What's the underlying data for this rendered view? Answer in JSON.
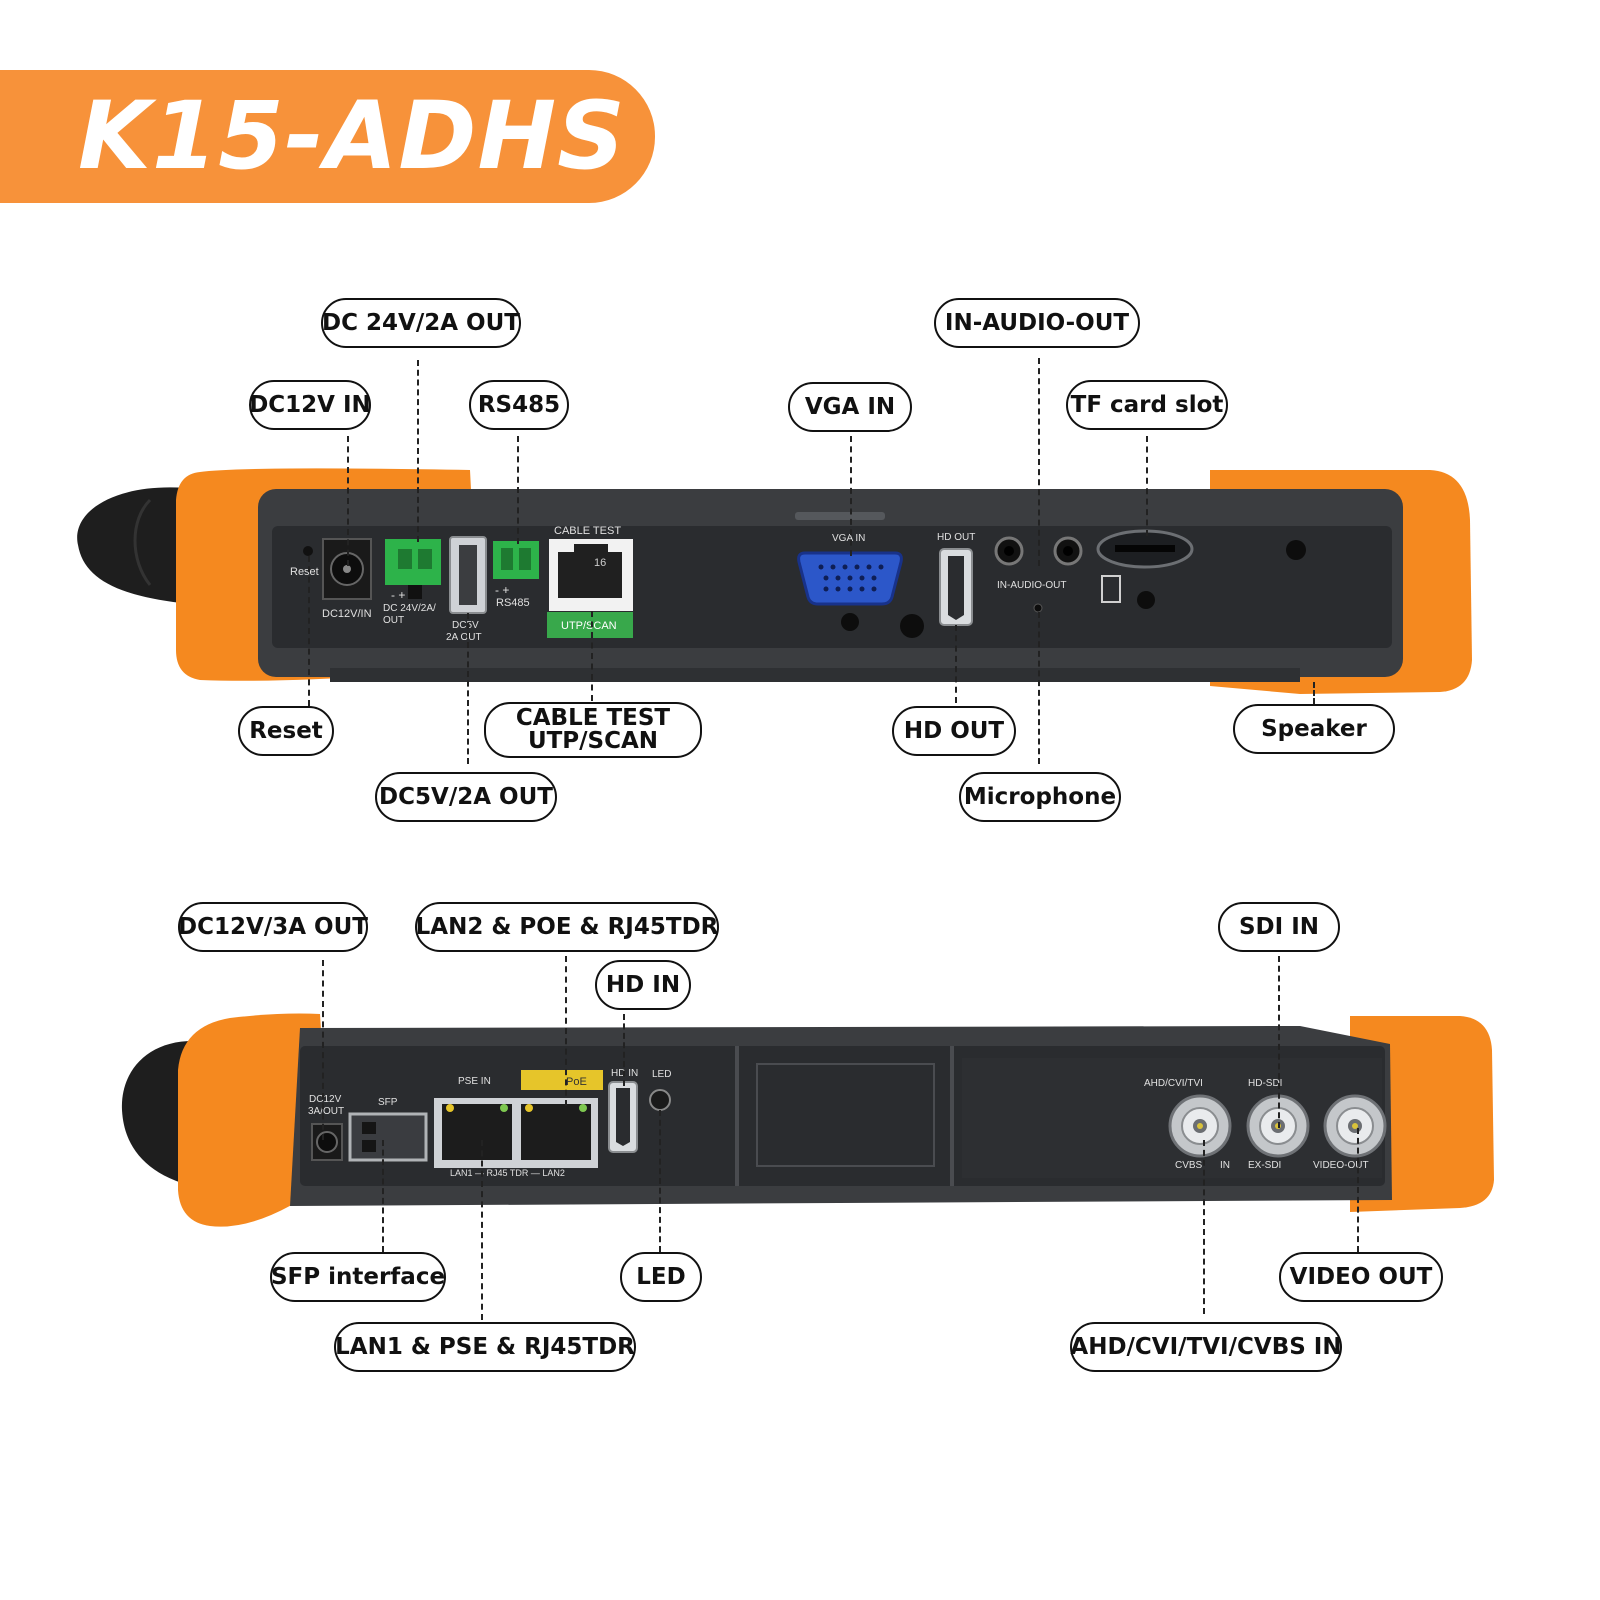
{
  "title": "K15-ADHS",
  "colors": {
    "accent": "#F7923A",
    "bumper": "#F5891F",
    "body": "#3B3D40",
    "panel": "#2A2C2F",
    "terminal_green": "#2DB34A",
    "utp_green": "#38A84B",
    "vga_blue": "#2C57C9",
    "label_text": "#111111"
  },
  "top_panel": {
    "labels": {
      "reset": "Reset",
      "dc12v_in": "DC12V/IN",
      "dc24v_out": "DC 24V/2A/ OUT",
      "dc5v_out": "DC5V 2A OUT",
      "rs485": "RS485",
      "cable_test": "CABLE TEST",
      "utp_scan": "UTP/SCAN",
      "vga_in": "VGA IN",
      "hd_out": "HD OUT",
      "in_audio_out": "IN-AUDIO-OUT",
      "plus_minus": "-   +",
      "port_number": "16"
    },
    "callouts": {
      "dc24v_2a_out": "DC 24V/2A OUT",
      "dc12v_in": "DC12V IN",
      "rs485": "RS485",
      "vga_in": "VGA IN",
      "in_audio_out": "IN-AUDIO-OUT",
      "tf_card_slot": "TF card slot",
      "reset": "Reset",
      "cable_test_line1": "CABLE TEST",
      "cable_test_line2": "UTP/SCAN",
      "hd_out": "HD OUT",
      "speaker": "Speaker",
      "dc5v_2a_out": "DC5V/2A OUT",
      "microphone": "Microphone"
    }
  },
  "bottom_panel": {
    "labels": {
      "dc12v_out": "DC12V 3A/OUT",
      "sfp": "SFP",
      "pse_in": "PSE IN",
      "poe": "PoE",
      "lan_strip": "LAN1 — RJ45 TDR — LAN2",
      "hd_in": "HD IN",
      "led": "LED",
      "ahd_cvi_tvi": "AHD/CVI/TVI",
      "hd_sdi": "HD-SDI",
      "cvbs": "CVBS",
      "in": "IN",
      "ex_sdi": "EX-SDI",
      "video_out": "VIDEO-OUT"
    },
    "callouts": {
      "dc12v_3a_out": "DC12V/3A OUT",
      "lan2_poe": "LAN2 & POE & RJ45TDR",
      "hd_in": "HD IN",
      "sdi_in": "SDI IN",
      "sfp_interface": "SFP interface",
      "led": "LED",
      "video_out": "VIDEO OUT",
      "lan1_pse": "LAN1 & PSE & RJ45TDR",
      "ahd_cvbs_in": "AHD/CVI/TVI/CVBS IN"
    }
  }
}
